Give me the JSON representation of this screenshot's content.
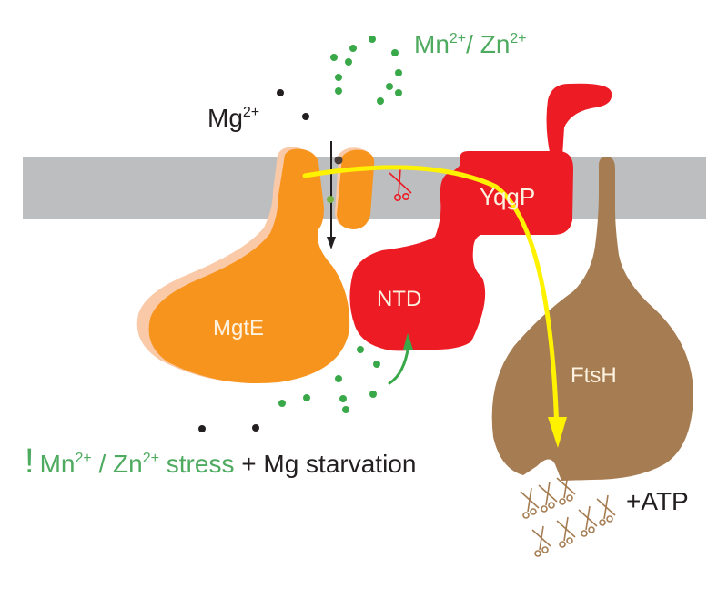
{
  "diagram": {
    "type": "membrane protein mechanism schematic",
    "labels": {
      "metal_ions": "Mn",
      "metal_ions_sup1": "2+",
      "metal_ions_sep": "/ Zn",
      "metal_ions_sup2": "2+",
      "mg": "Mg",
      "mg_sup": "2+",
      "mgte": "MgtE",
      "ntd": "NTD",
      "yqgp": "YqgP",
      "ftsh": "FtsH",
      "atp": "+ATP",
      "condition_bang": "!",
      "condition_mn": "Mn",
      "condition_sup1": "2+",
      "condition_sep": " / Zn",
      "condition_sup2": "2+",
      "condition_stress": " stress",
      "condition_rest": " + Mg starvation"
    },
    "proteins": [
      {
        "name": "MgtE",
        "color": "#f7941d"
      },
      {
        "name": "YqgP",
        "color": "#ed1c24"
      },
      {
        "name": "NTD",
        "color": "#ed1c24"
      },
      {
        "name": "FtsH",
        "color": "#a67c52"
      }
    ],
    "colors": {
      "membrane": "#bcbec0",
      "mgte": "#f7941d",
      "mgte_shadow": "#f9c9a8",
      "yqgp": "#ed1c24",
      "ftsh": "#a67c52",
      "ion_green": "#39a849",
      "ion_black": "#231f20",
      "arrow_yellow": "#fff200",
      "text_green": "#4daa5f",
      "text_black": "#231f20",
      "label_white": "#fdf2e0"
    }
  }
}
